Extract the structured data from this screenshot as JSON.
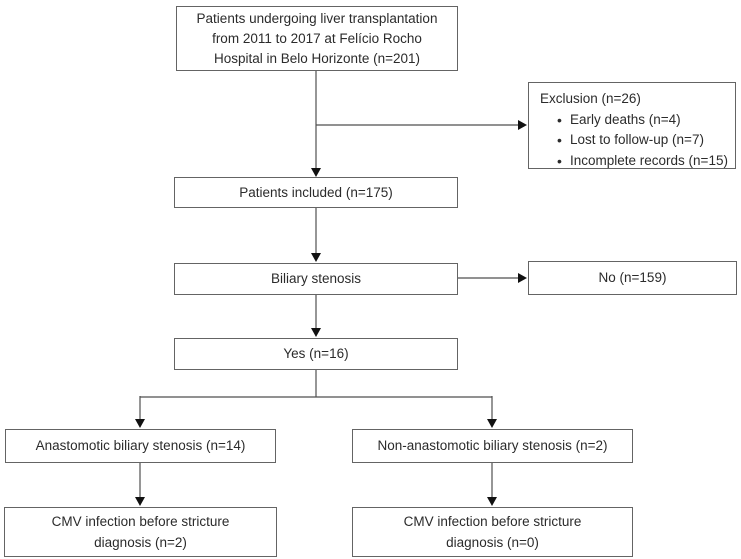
{
  "colors": {
    "background": "#ffffff",
    "box_border": "#646464",
    "line": "#4f4f4f",
    "arrow": "#111111",
    "text": "#2b2b2b"
  },
  "flowchart": {
    "boxes": {
      "source": {
        "lines": [
          "Patients undergoing liver transplantation",
          "from 2011 to 2017 at Felício Rocho",
          "Hospital in Belo Horizonte (n=201)"
        ]
      },
      "exclusion": {
        "title": "Exclusion (n=26)",
        "items": [
          "Early deaths (n=4)",
          "Lost to follow-up (n=7)",
          "Incomplete records (n=15)"
        ]
      },
      "included": {
        "label": "Patients included (n=175)"
      },
      "biliary_stenosis": {
        "label": "Biliary stenosis"
      },
      "no_stenosis": {
        "label": "No (n=159)"
      },
      "yes_stenosis": {
        "label": "Yes (n=16)"
      },
      "anastomotic": {
        "label": "Anastomotic biliary stenosis (n=14)"
      },
      "non_anastomotic": {
        "label": "Non-anastomotic biliary stenosis (n=2)"
      },
      "cmv_anastomotic": {
        "lines": [
          "CMV infection before stricture",
          "diagnosis (n=2)"
        ]
      },
      "cmv_non_anastomotic": {
        "lines": [
          "CMV infection before stricture",
          "diagnosis (n=0)"
        ]
      }
    }
  }
}
